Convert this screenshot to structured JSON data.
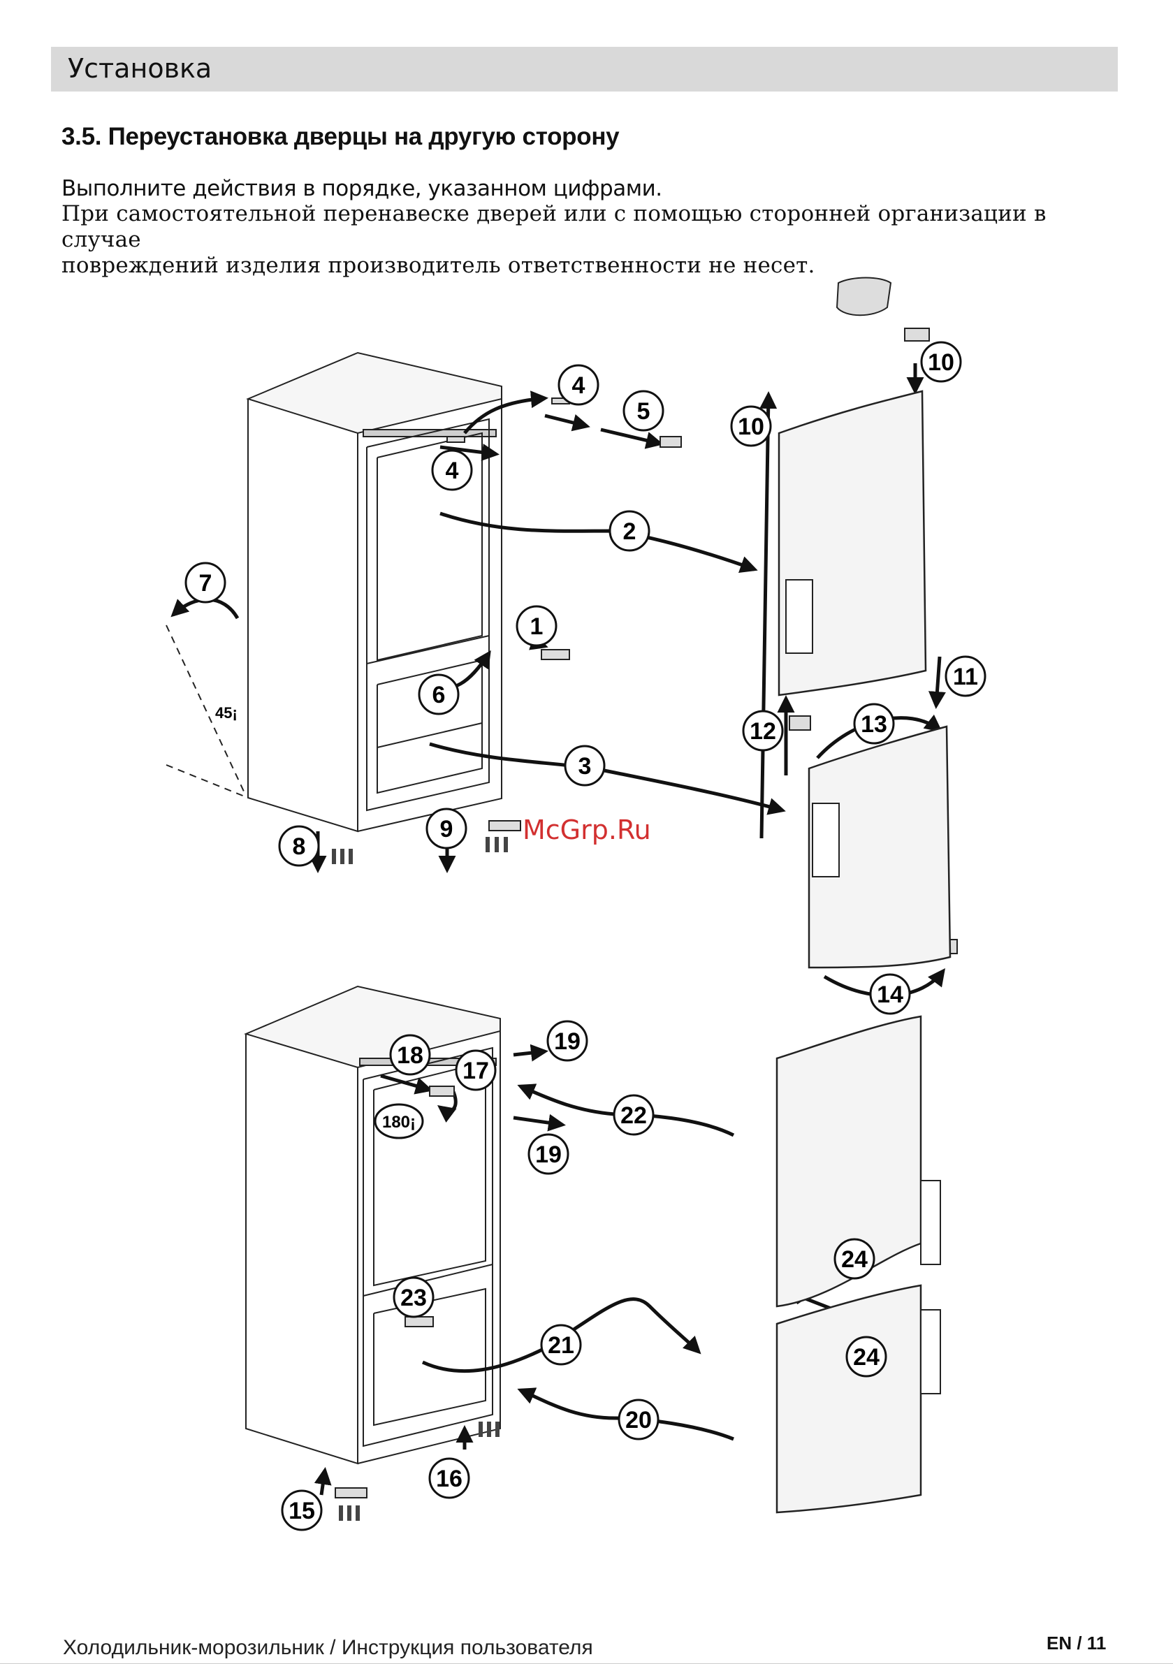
{
  "header": {
    "title": "Установка"
  },
  "section": {
    "title": "3.5. Переустановка дверцы на другую сторону"
  },
  "instructions": {
    "lead": "Выполните действия в порядке, указанном цифрами.",
    "line1": "При самостоятельной перенавеске дверей или с помощью сторонней организации в случае",
    "line2": "повреждений изделия  производитель ответственности не несет."
  },
  "diagram": {
    "steps": [
      "1",
      "2",
      "3",
      "4",
      "4",
      "5",
      "6",
      "7",
      "8",
      "9",
      "10",
      "10",
      "11",
      "12",
      "13",
      "14",
      "15",
      "16",
      "17",
      "18",
      "19",
      "19",
      "20",
      "21",
      "22",
      "23",
      "24",
      "24"
    ],
    "angle_label": "45¡",
    "rotation_label": "180¡",
    "watermark": "McGrp.Ru"
  },
  "footer": {
    "left": "Холодильник-морозильник / Инструкция пользователя",
    "right": "EN / 11"
  }
}
